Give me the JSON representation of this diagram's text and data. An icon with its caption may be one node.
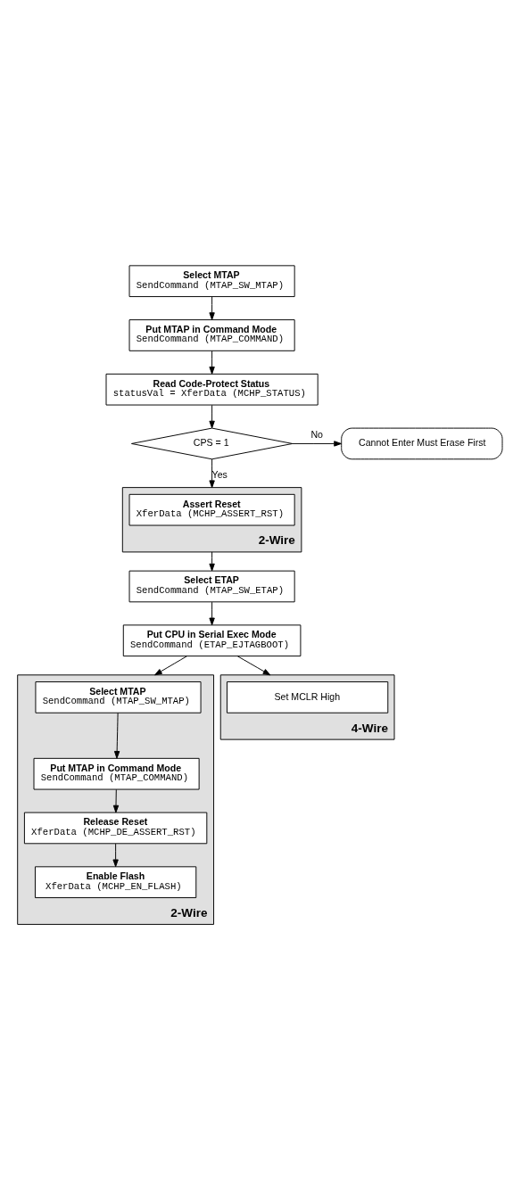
{
  "diagram": {
    "nodes": [
      {
        "text": [
          "Select MTAP",
          "SendCommand (MTAP_SW_MTAP)"
        ]
      },
      {
        "text": [
          "Put MTAP in Command Mode",
          "SendCommand (MTAP_COMMAND)"
        ]
      },
      {
        "text": [
          "Read Code-Protect Status",
          "statusVal = XferData (MCHP_STATUS)"
        ]
      },
      {
        "text": [
          "CPS = 1"
        ]
      },
      {
        "text": [
          "Cannot Enter Must Erase First"
        ]
      },
      {
        "text": [
          "2-Wire"
        ]
      },
      {
        "text": [
          "Assert Reset",
          "XferData (MCHP_ASSERT_RST)"
        ],
        "in": 5
      },
      {
        "text": [
          "Select ETAP",
          "SendCommand (MTAP_SW_ETAP)"
        ]
      },
      {
        "text": [
          "Put CPU in Serial Exec Mode",
          "SendCommand (ETAP_EJTAGBOOT)"
        ]
      },
      {
        "text": [
          "2-Wire"
        ]
      },
      {
        "text": [
          "Select MTAP",
          "SendCommand (MTAP_SW_MTAP)"
        ],
        "in": 9
      },
      {
        "text": [
          "Put MTAP in Command Mode",
          "SendCommand (MTAP_COMMAND)"
        ],
        "in": 9
      },
      {
        "text": [
          "Release Reset",
          "XferData (MCHP_DE_ASSERT_RST)"
        ],
        "in": 9
      },
      {
        "text": [
          "Enable Flash",
          "XferData (MCHP_EN_FLASH)"
        ],
        "in": 9
      },
      {
        "text": [
          "4-Wire"
        ]
      },
      {
        "text": [
          "Set MCLR High"
        ],
        "in": 14
      }
    ],
    "edges": [
      {
        "from": 0,
        "to": 1,
        "arrow": "to"
      },
      {
        "from": 1,
        "to": 2,
        "arrow": "to"
      },
      {
        "from": 2,
        "to": 3,
        "arrow": "to"
      },
      {
        "from": 3,
        "to": 4,
        "arrow": "to",
        "label": "No"
      },
      {
        "from": 3,
        "to": 5,
        "arrow": "to",
        "label": "Yes"
      },
      {
        "from": 5,
        "to": 7,
        "arrow": "to"
      },
      {
        "from": 7,
        "to": 8,
        "arrow": "to"
      },
      {
        "from": 8,
        "to": 9,
        "arrow": "to"
      },
      {
        "from": 8,
        "to": 14,
        "arrow": "to"
      },
      {
        "from": 10,
        "to": 11,
        "arrow": "to"
      },
      {
        "from": 11,
        "to": 12,
        "arrow": "to"
      },
      {
        "from": 12,
        "to": 13,
        "arrow": "to"
      }
    ]
  }
}
